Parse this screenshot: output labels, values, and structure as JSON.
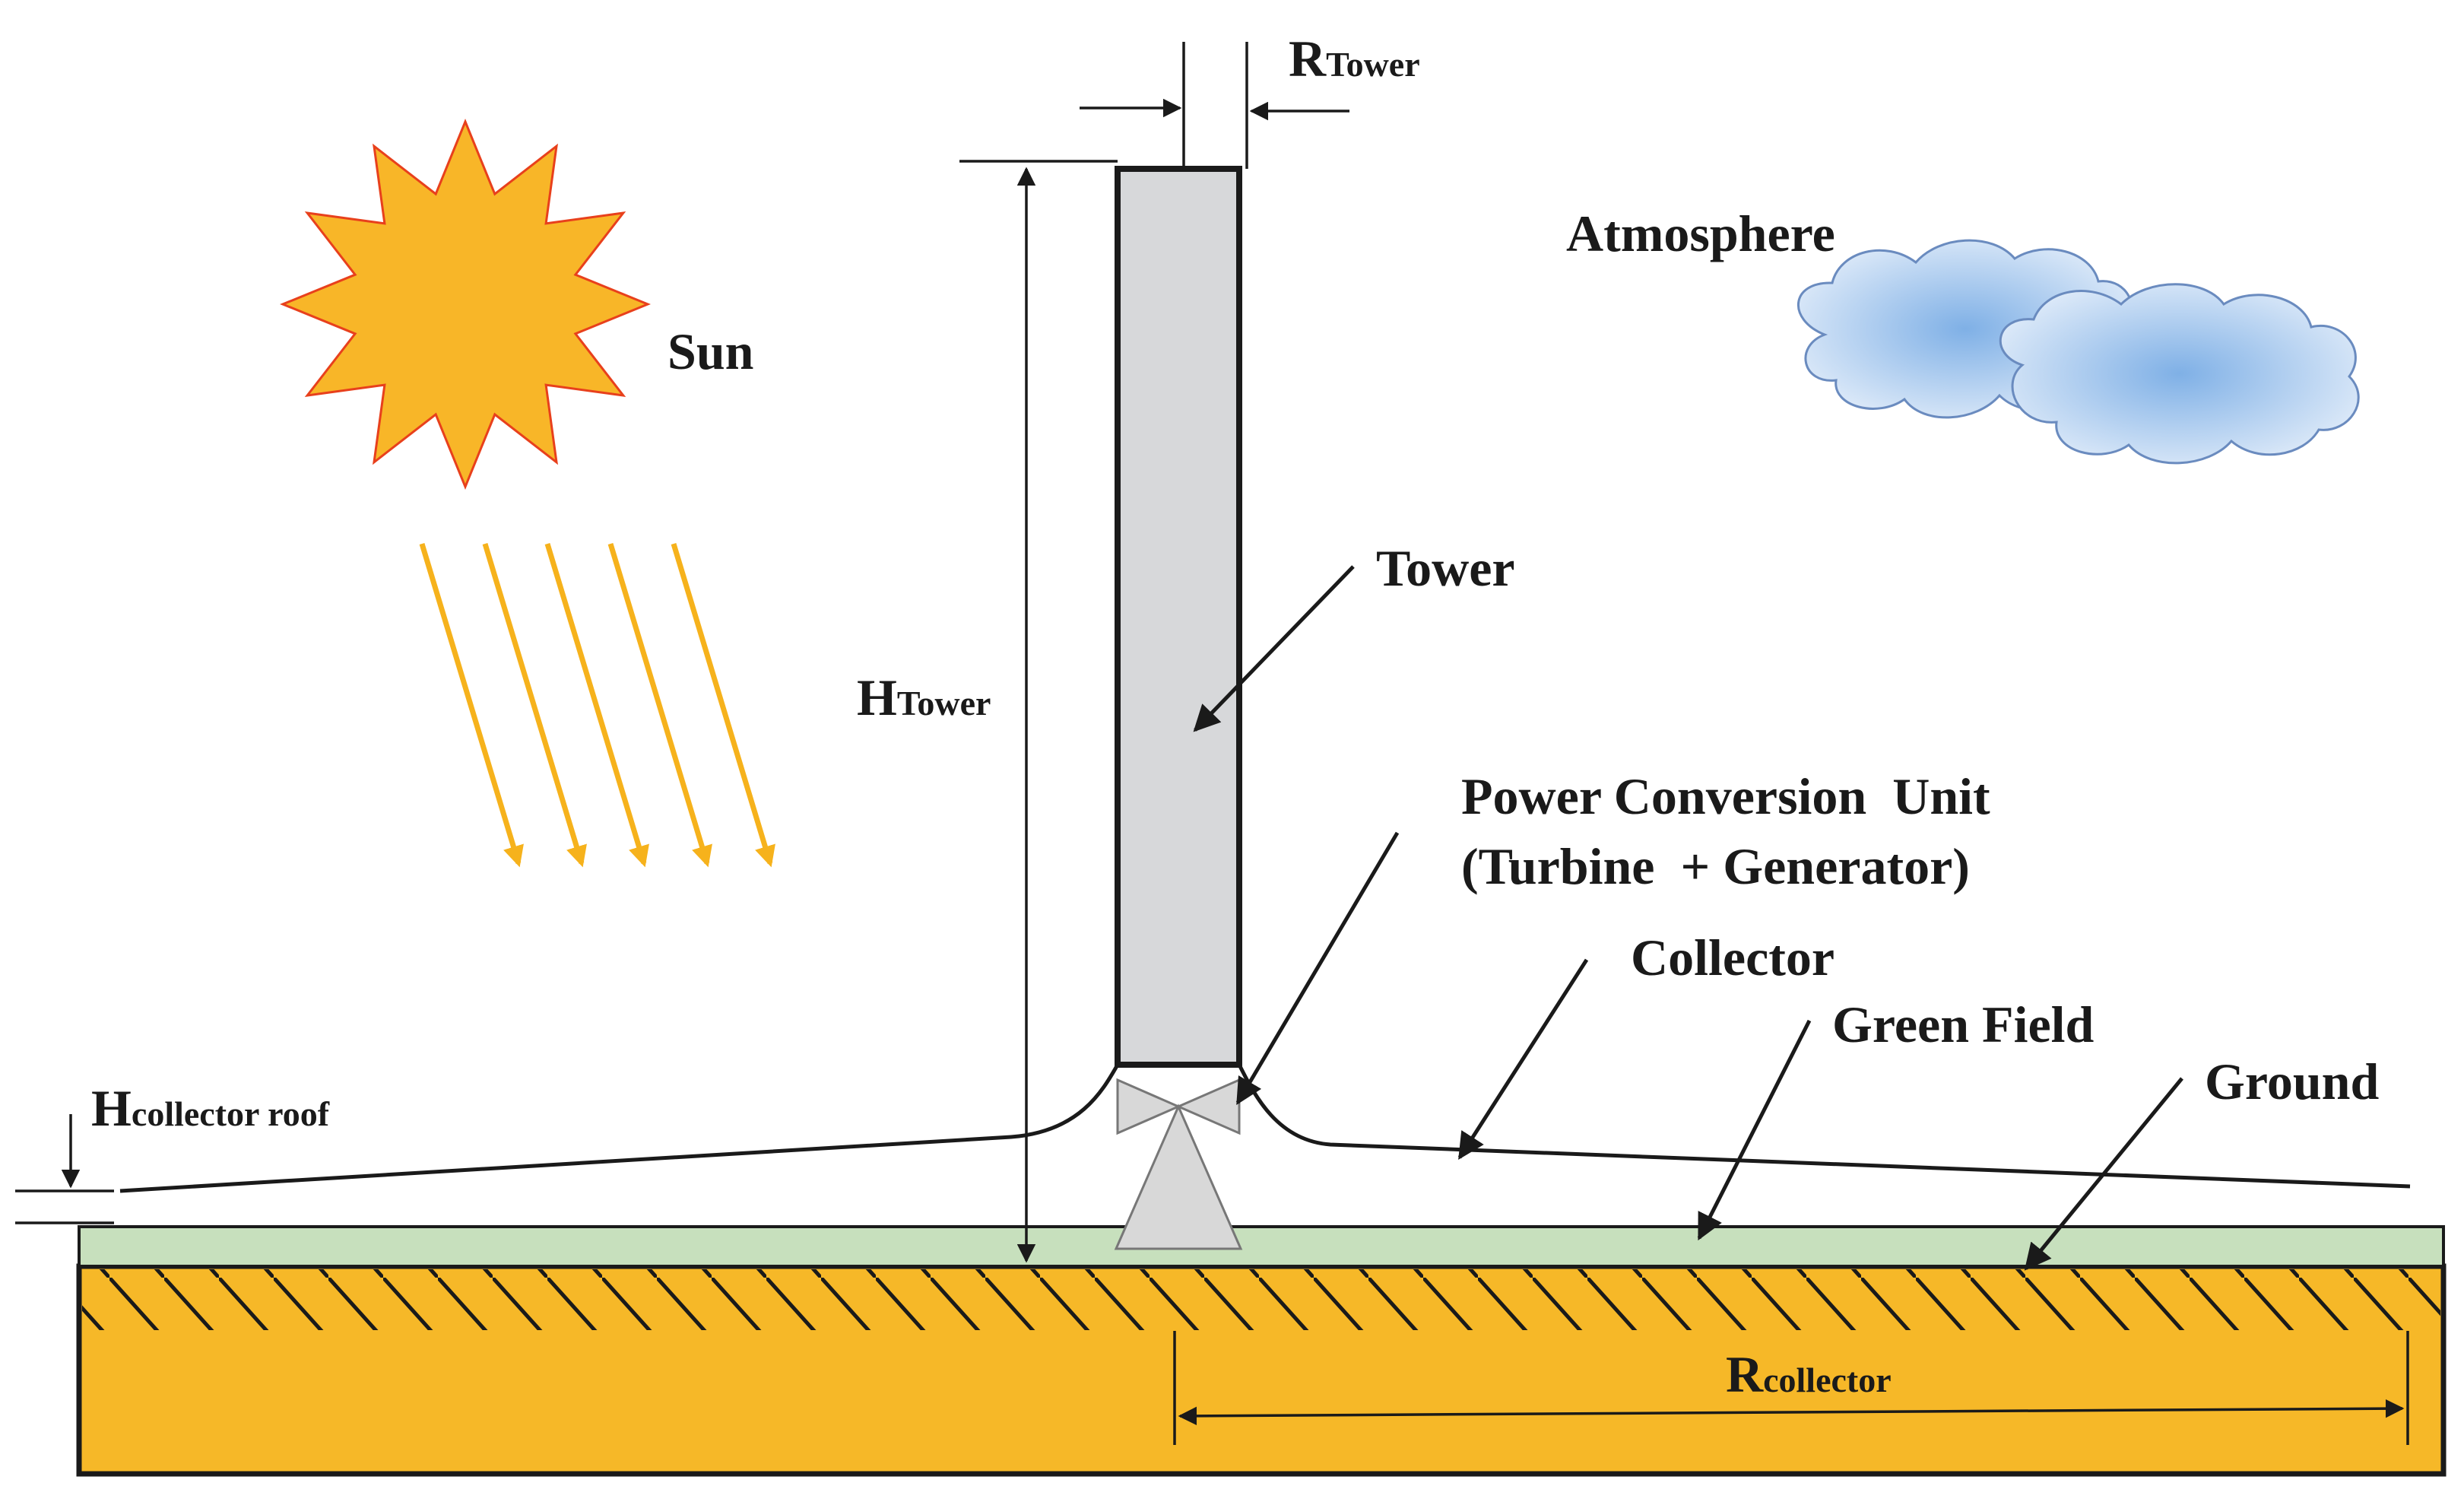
{
  "labels": {
    "r_tower_main": "R",
    "r_tower_sub": "Tower",
    "h_tower_main": "H",
    "h_tower_sub": "Tower",
    "h_collector_roof_main": "H",
    "h_collector_roof_sub": "collector roof",
    "r_collector_main": "R",
    "r_collector_sub": "collector",
    "sun": "Sun",
    "atmosphere": "Atmosphere",
    "tower": "Tower",
    "power_unit_line1": "Power Conversion  Unit",
    "power_unit_line2": "(Turbine  + Generator)",
    "collector": "Collector",
    "green_field": "Green Field",
    "ground": "Ground"
  },
  "colors": {
    "sun_fill": "#f8b628",
    "sun_outline": "#e8401c",
    "rays": "#f6b21c",
    "ground_fill": "#f6b828",
    "green_field_fill": "#c7e0bd",
    "tower_fill": "#d7d8da",
    "cloud_fill": "#a9c9ec",
    "cloud_outline": "#6a8bbf",
    "turbine_fill": "#d8d8d8"
  },
  "icons": [
    "sun-icon",
    "cloud-icon",
    "turbine-icon"
  ]
}
